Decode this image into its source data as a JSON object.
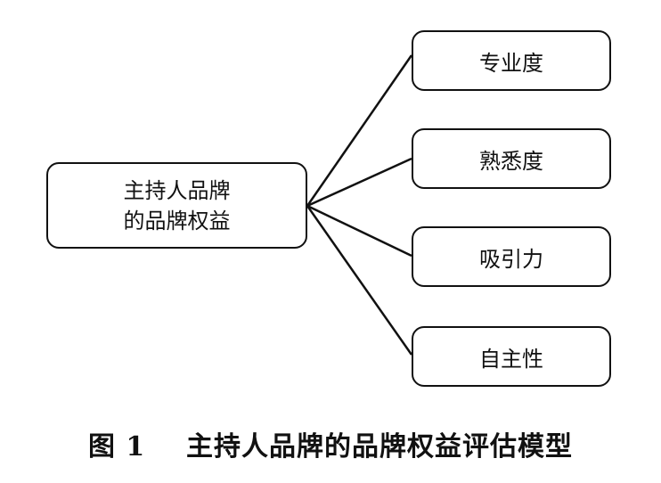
{
  "diagram": {
    "root": {
      "line1": "主持人品牌",
      "line2": "的品牌权益"
    },
    "children": [
      {
        "label": "专业度"
      },
      {
        "label": "熟悉度"
      },
      {
        "label": "吸引力"
      },
      {
        "label": "自主性"
      }
    ]
  },
  "caption": {
    "text": "图 1    主持人品牌的品牌权益评估模型"
  }
}
